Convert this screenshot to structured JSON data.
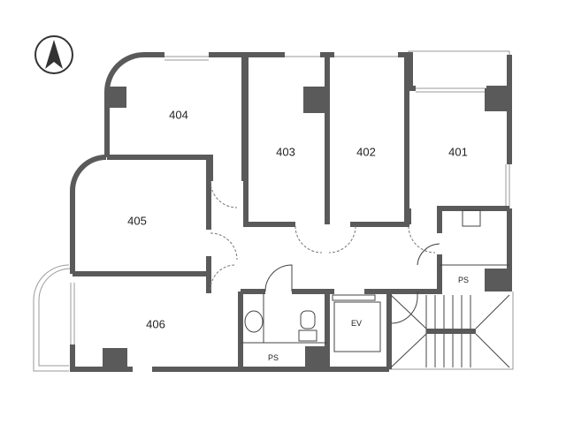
{
  "rooms": {
    "r404": "404",
    "r403": "403",
    "r402": "402",
    "r401": "401",
    "r405": "405",
    "r406": "406"
  },
  "utility": {
    "ps_toilet": "PS",
    "ps_401": "PS",
    "ev": "EV"
  },
  "compass": {
    "icon": "north-arrow-icon"
  },
  "colors": {
    "wall": "#5a5a5a",
    "line": "#999999"
  }
}
